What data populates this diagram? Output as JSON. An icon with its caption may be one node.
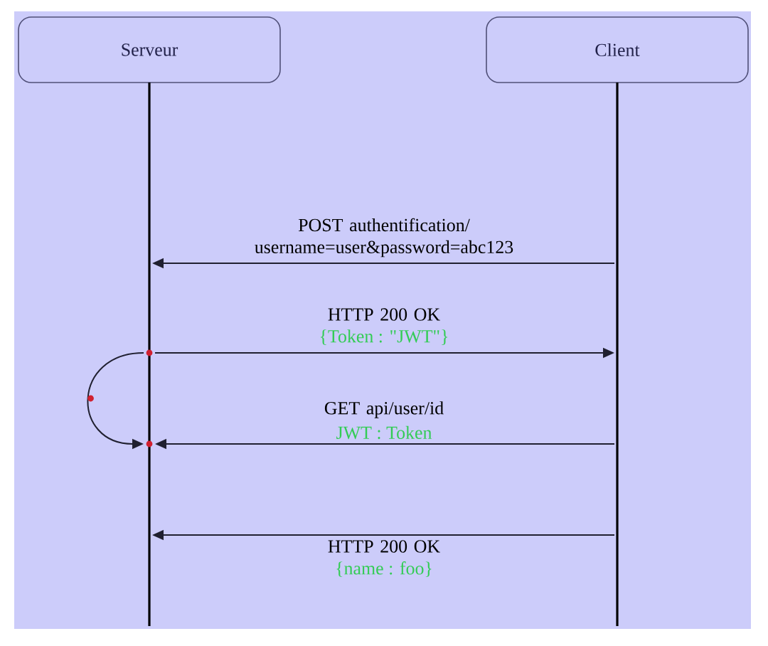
{
  "diagram": {
    "nodes": [
      {
        "text": [
          "Serveur"
        ]
      },
      {
        "text": [
          "Client"
        ]
      },
      {
        "text": [],
        "shape": "line"
      },
      {
        "text": [],
        "shape": "line"
      }
    ],
    "edges": [
      {
        "from": 3,
        "to": 2,
        "arrow": "to",
        "label": "POST authentification/ username=user&password=abc123"
      },
      {
        "from": 2,
        "to": 3,
        "arrow": "to",
        "label": "HTTP 200 OK"
      },
      {
        "from": 2,
        "to": 2,
        "arrow": "to"
      },
      {
        "from": 3,
        "to": 2,
        "arrow": "to",
        "label": "GET api/user/id"
      },
      {
        "from": 3,
        "to": 2,
        "arrow": "to",
        "label": "HTTP 200 OK"
      }
    ],
    "labels": [
      "{Token : \"JWT\"}",
      "JWT : Token",
      "{name : foo}"
    ]
  }
}
